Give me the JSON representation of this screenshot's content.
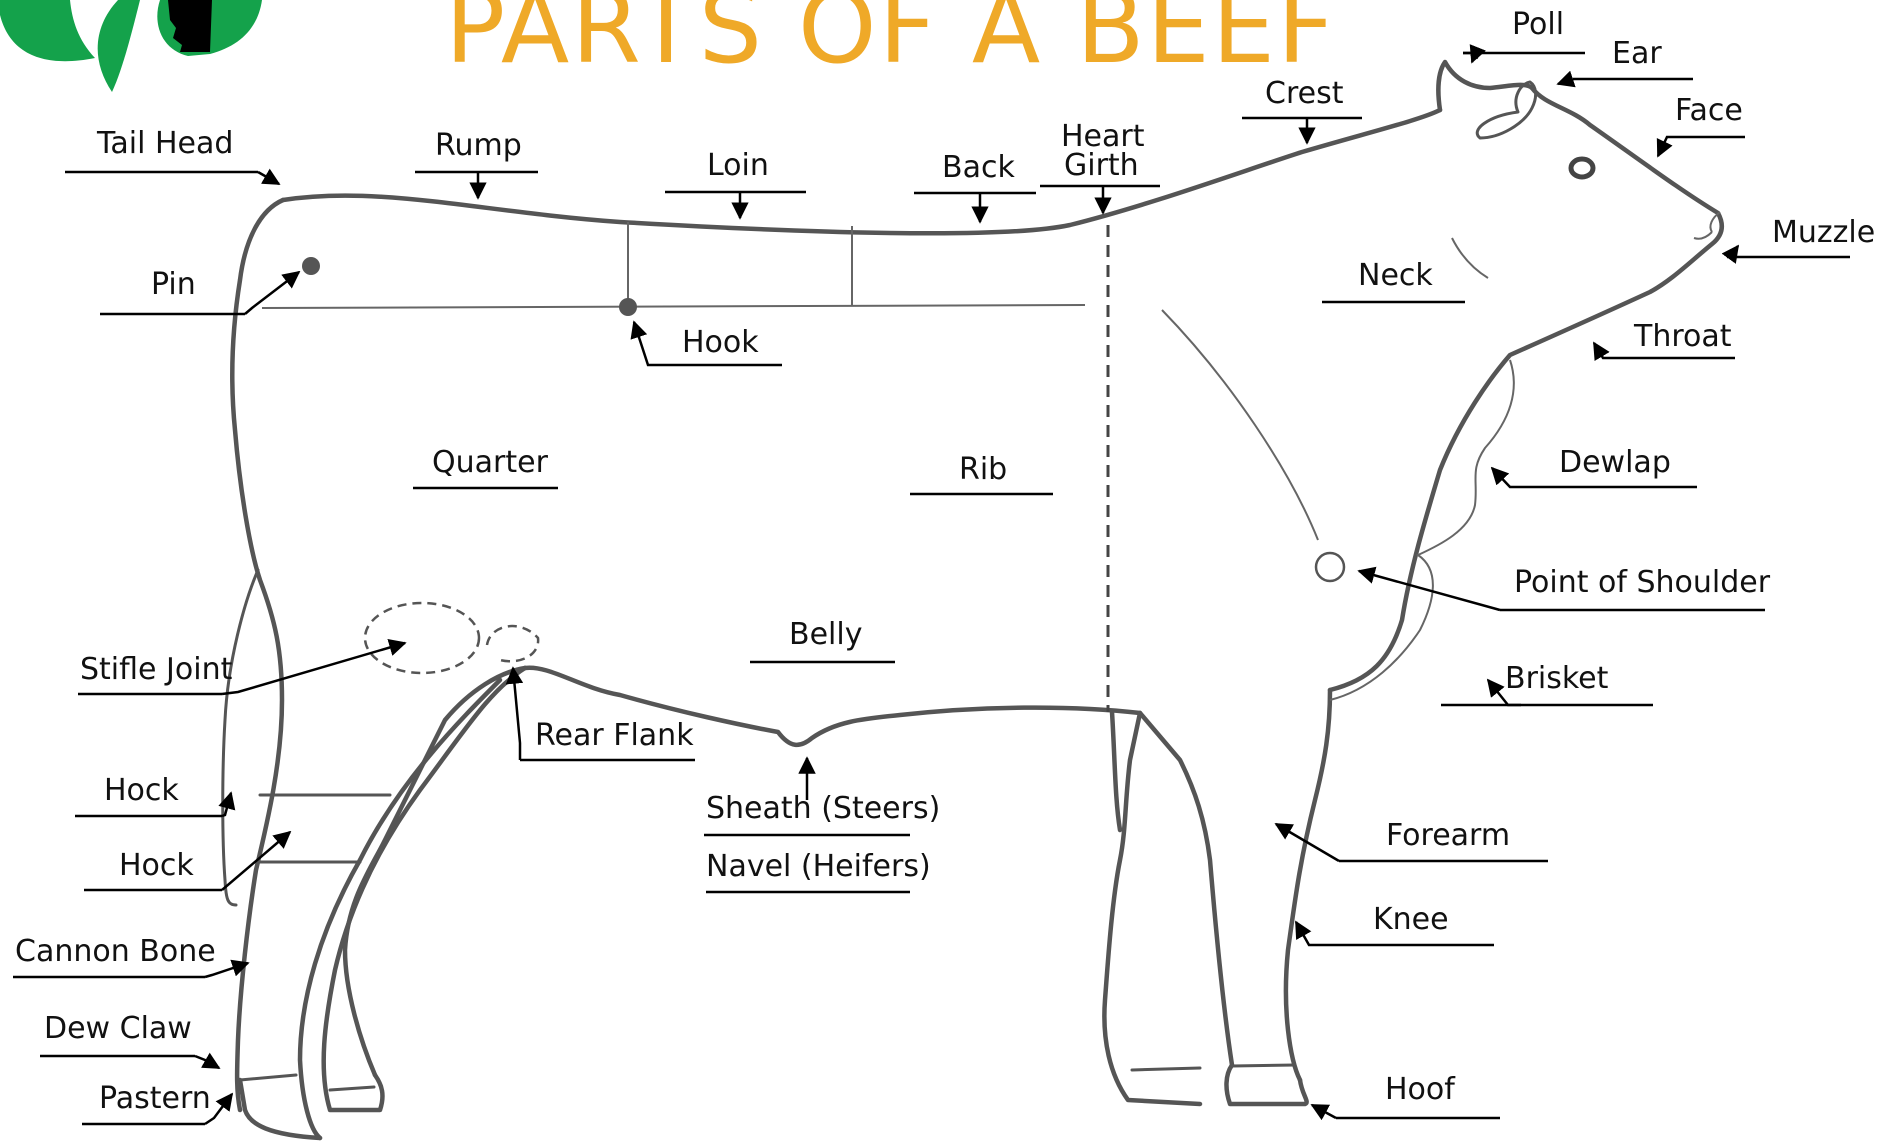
{
  "title": "PARTS OF A BEEF",
  "colors": {
    "title": "#EFA928",
    "logo_green": "#14A24B",
    "outline": "#555555",
    "leader": "#000000"
  },
  "logo": {
    "name": "4-H clover with silhouette (partial)"
  },
  "labels": {
    "poll": "Poll",
    "ear": "Ear",
    "crest": "Crest",
    "face": "Face",
    "tail_head": "Tail Head",
    "rump": "Rump",
    "loin": "Loin",
    "back": "Back",
    "heart": "Heart",
    "girth": "Girth",
    "muzzle": "Muzzle",
    "pin": "Pin",
    "neck": "Neck",
    "hook": "Hook",
    "throat": "Throat",
    "quarter": "Quarter",
    "rib": "Rib",
    "dewlap": "Dewlap",
    "point_of_shoulder": "Point of Shoulder",
    "belly": "Belly",
    "stifle_joint": "Stifle Joint",
    "brisket": "Brisket",
    "rear_flank": "Rear Flank",
    "hock_1": "Hock",
    "sheath": "Sheath (Steers)",
    "forearm": "Forearm",
    "hock_2": "Hock",
    "navel": "Navel (Heifers)",
    "knee": "Knee",
    "cannon_bone": "Cannon Bone",
    "dew_claw": "Dew Claw",
    "hoof": "Hoof",
    "pastern": "Pastern"
  }
}
